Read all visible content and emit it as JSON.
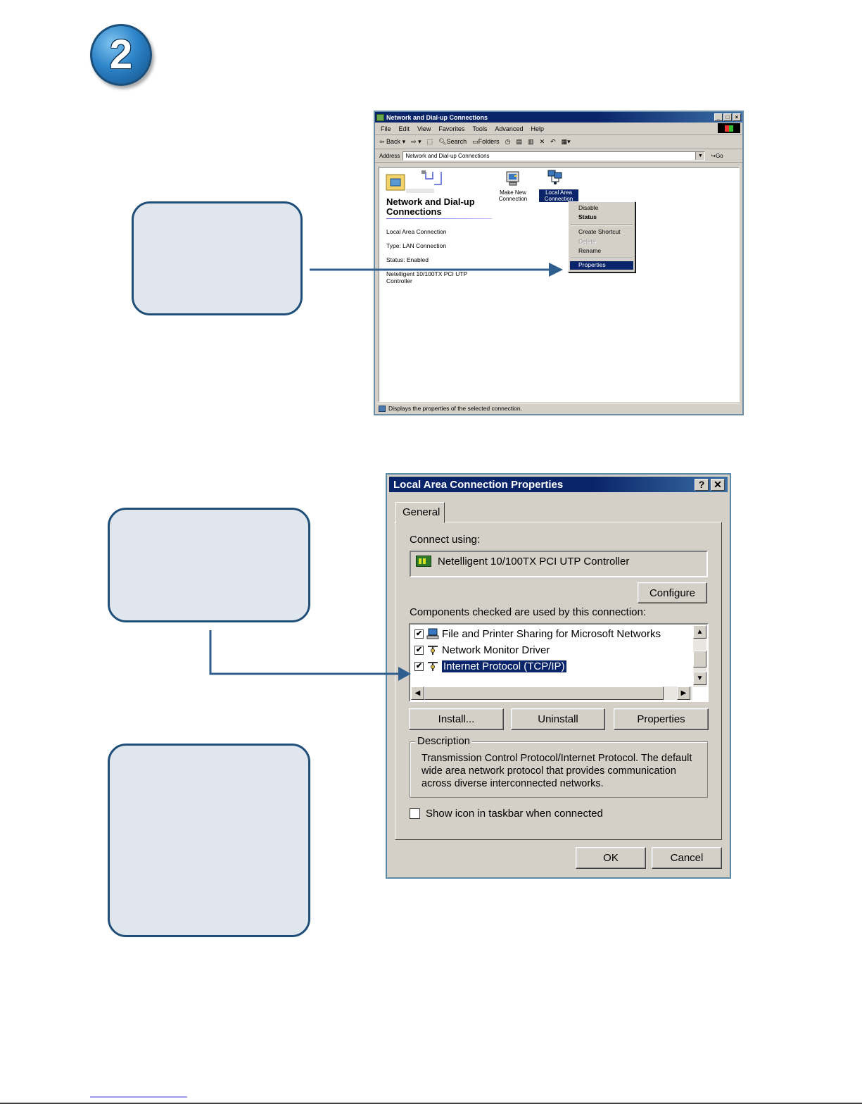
{
  "step_number": "2",
  "network_window": {
    "title": "Network and Dial-up Connections",
    "menu": [
      "File",
      "Edit",
      "View",
      "Favorites",
      "Tools",
      "Advanced",
      "Help"
    ],
    "toolbar": {
      "back": "Back",
      "search": "Search",
      "folders": "Folders"
    },
    "address_label": "Address",
    "address_value": "Network and Dial-up Connections",
    "go_label": "Go",
    "pane_title": "Network and Dial-up Connections",
    "pane_details": {
      "name": "Local Area Connection",
      "type": "Type: LAN Connection",
      "status": "Status: Enabled",
      "device": "Netelligent 10/100TX PCI UTP Controller"
    },
    "icons": [
      {
        "label_line1": "Make New",
        "label_line2": "Connection",
        "icon": "make-new-connection-icon"
      },
      {
        "label_line1": "Local Area",
        "label_line2": "Connection",
        "icon": "local-area-connection-icon"
      }
    ],
    "context_menu": {
      "disable": "Disable",
      "status": "Status",
      "create_shortcut": "Create Shortcut",
      "delete": "Delete",
      "rename": "Rename",
      "properties": "Properties"
    },
    "status_bar": "Displays the properties of the selected connection."
  },
  "properties_dialog": {
    "title": "Local Area Connection Properties",
    "help_btn": "?",
    "close_btn": "✕",
    "tab": "General",
    "connect_using_label": "Connect using:",
    "adapter": "Netelligent 10/100TX PCI UTP Controller",
    "configure_btn": "Configure",
    "components_label": "Components checked are used by this connection:",
    "components": [
      {
        "label": "File and Printer Sharing for Microsoft Networks",
        "checked": true,
        "icon": "network-service-icon"
      },
      {
        "label": "Network Monitor Driver",
        "checked": true,
        "icon": "protocol-icon"
      },
      {
        "label": "Internet Protocol (TCP/IP)",
        "checked": true,
        "icon": "protocol-icon",
        "selected": true
      }
    ],
    "install_btn": "Install...",
    "uninstall_btn": "Uninstall",
    "properties_btn": "Properties",
    "description_label": "Description",
    "description_text": "Transmission Control Protocol/Internet Protocol. The default wide area network protocol that provides communication across diverse interconnected networks.",
    "show_icon_label": "Show icon in taskbar when connected",
    "show_icon_checked": false,
    "ok_btn": "OK",
    "cancel_btn": "Cancel"
  },
  "colors": {
    "callout_fill": "#dfe6ee",
    "callout_border": "#1f4e78",
    "arrow": "#2f5f8f",
    "selection": "#0a246a"
  }
}
